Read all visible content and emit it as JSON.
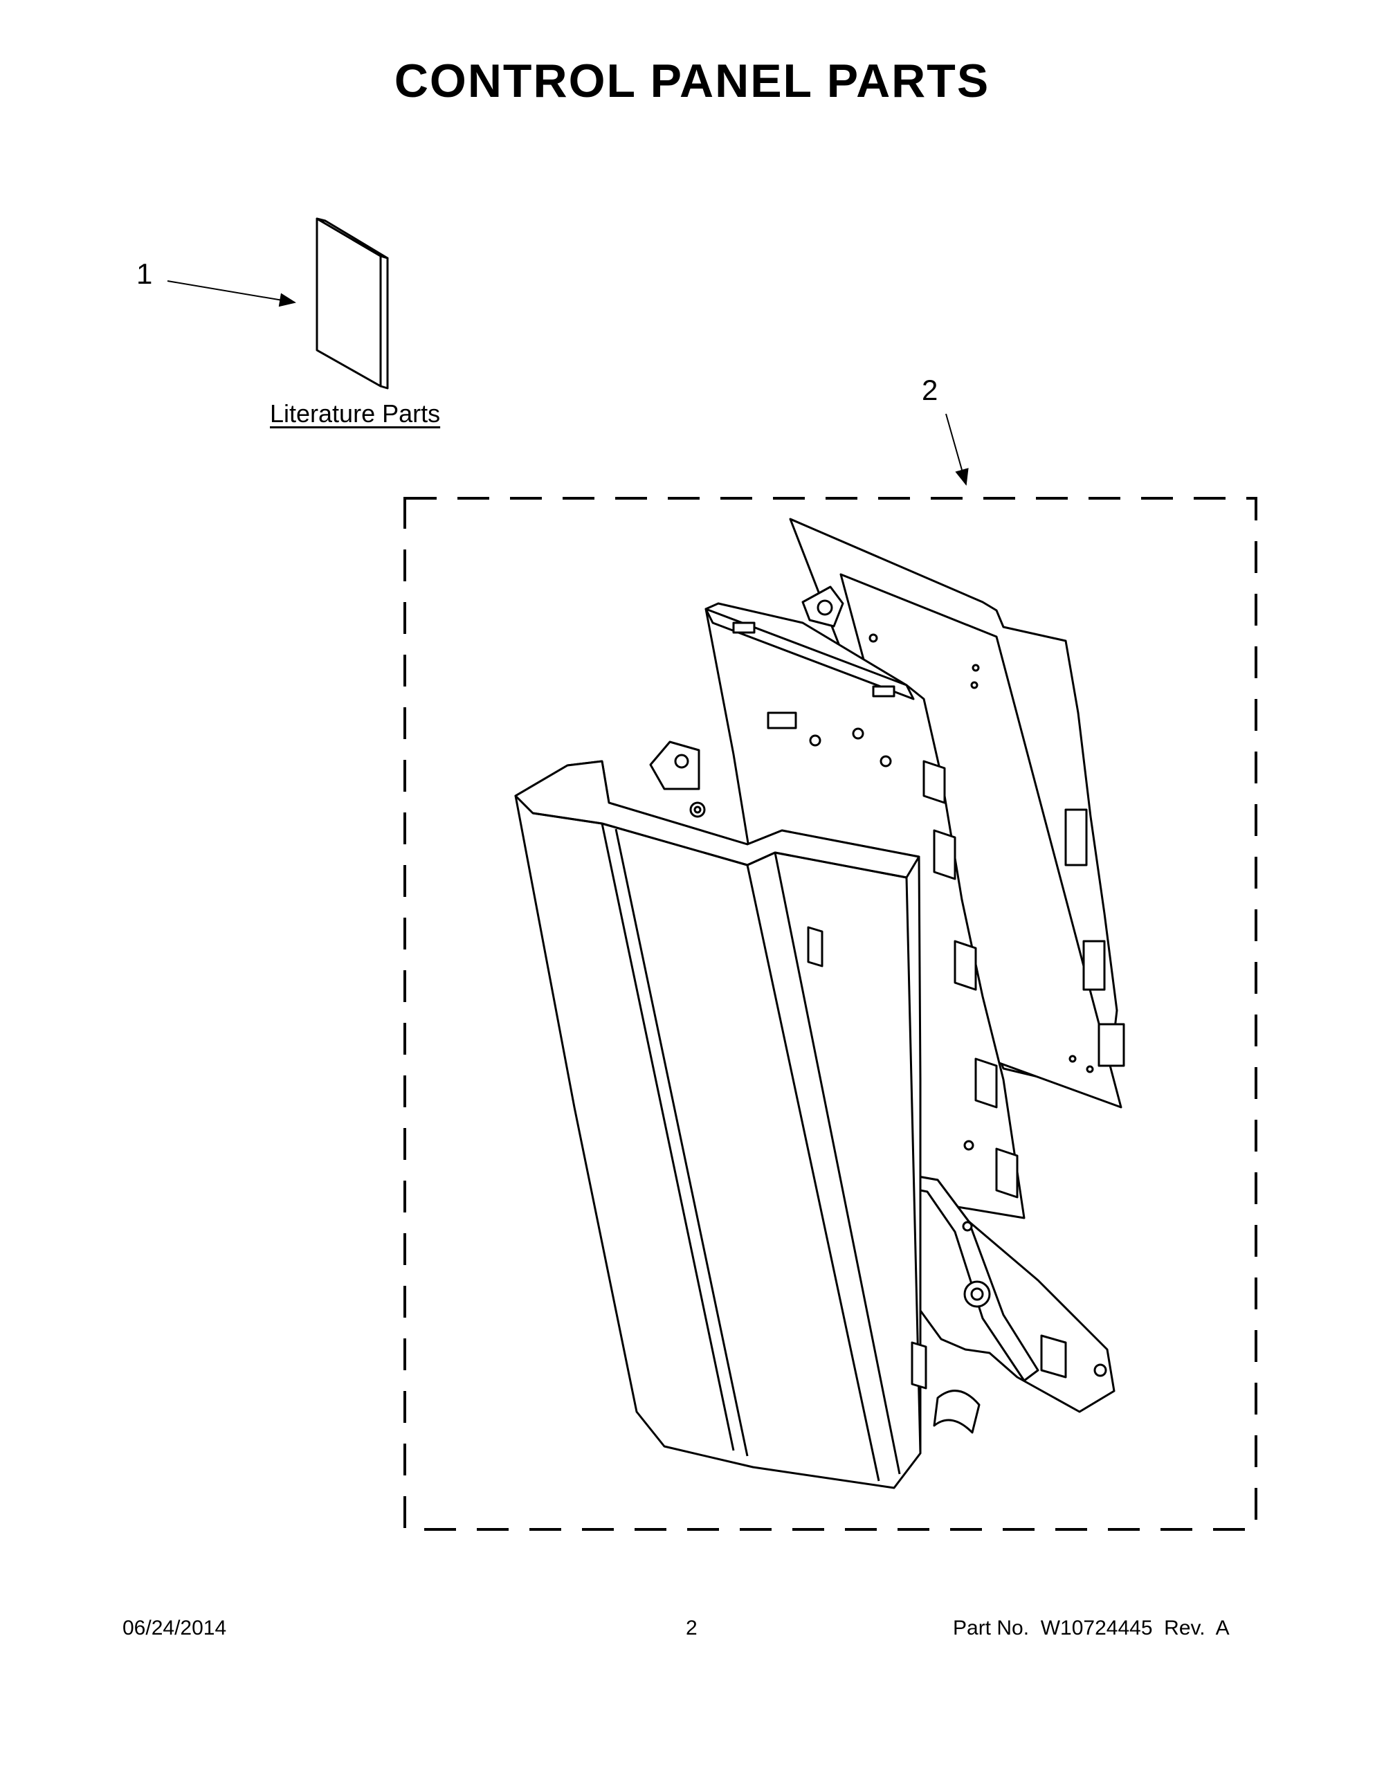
{
  "title": "CONTROL PANEL PARTS",
  "callouts": {
    "item1": "1",
    "item2": "2"
  },
  "labels": {
    "literature": "Literature Parts"
  },
  "footer": {
    "date": "06/24/2014",
    "page": "2",
    "part_no": "Part No.  W10724445  Rev.  A"
  },
  "colors": {
    "line": "#000000",
    "background": "#ffffff"
  }
}
